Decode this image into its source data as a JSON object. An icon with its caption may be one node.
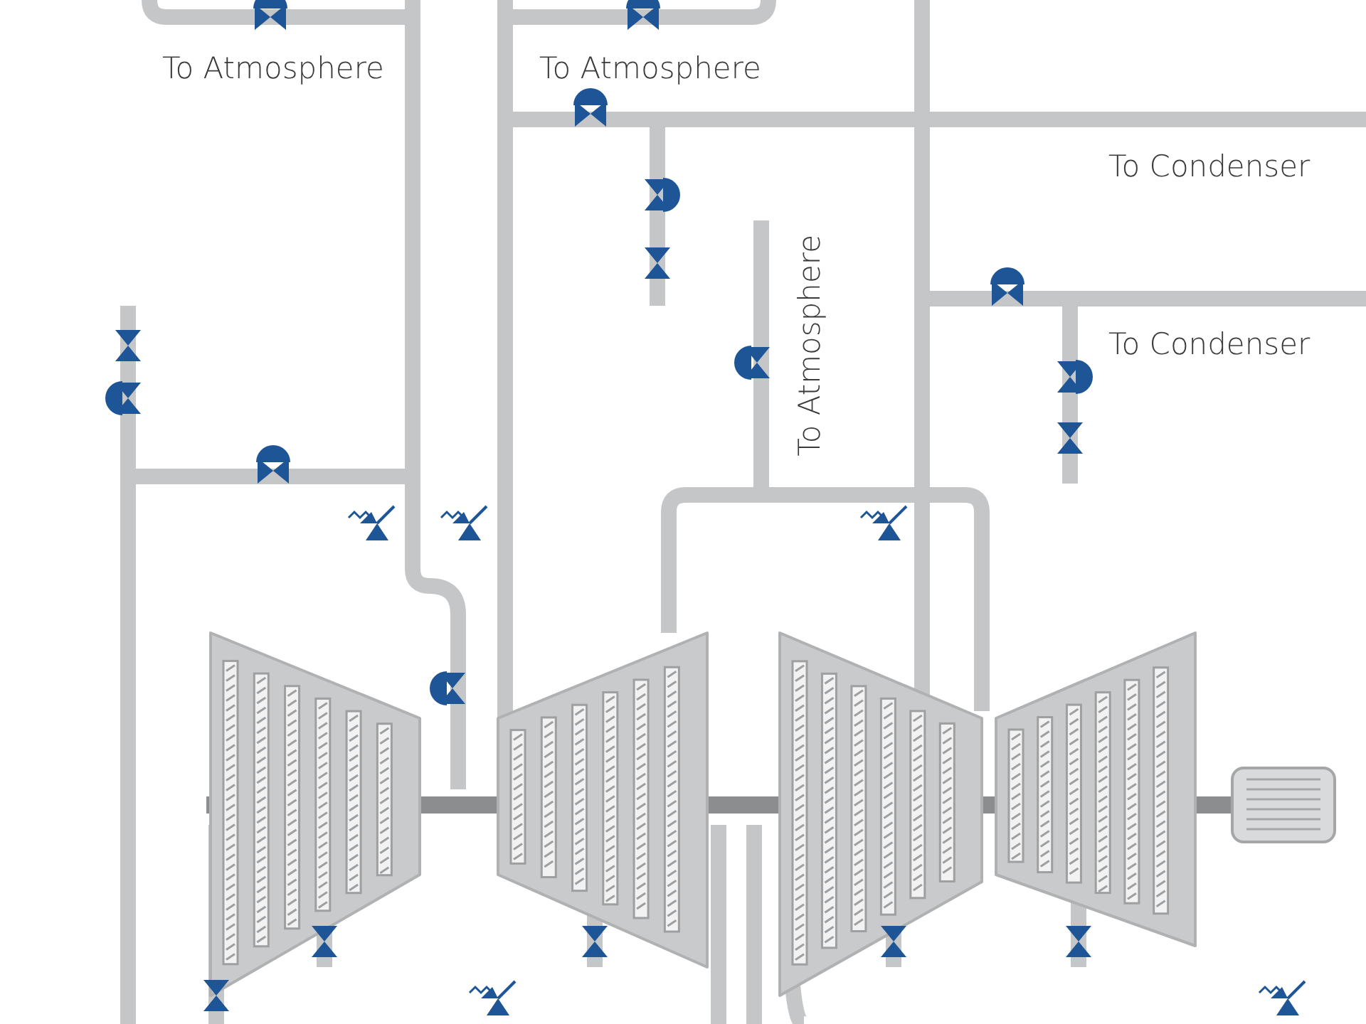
{
  "diagram": {
    "labels": [
      "To Atmosphere",
      "To Atmosphere",
      "To Condenser",
      "To Atmosphere",
      "To Condenser"
    ]
  }
}
